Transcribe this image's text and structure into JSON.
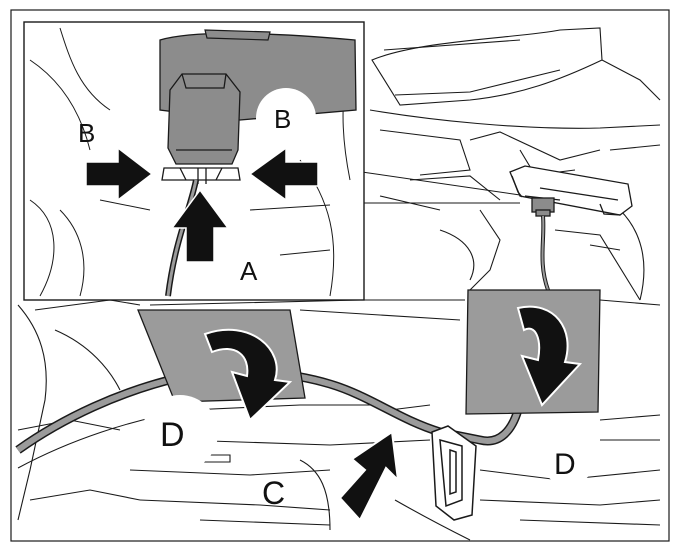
{
  "callouts": {
    "a": "A",
    "b_left": "B",
    "b_right": "B",
    "c": "C",
    "d_left": "D",
    "d_right": "D"
  },
  "colors": {
    "line": "#1a1a1a",
    "cloth_tape": "#9b9b9b",
    "part_gray": "#8c8c8c",
    "arrow_fill": "#111111"
  },
  "icons": {
    "push_arrow": "black-push-arrow",
    "rotate_arrow": "curved-peel-arrow"
  }
}
